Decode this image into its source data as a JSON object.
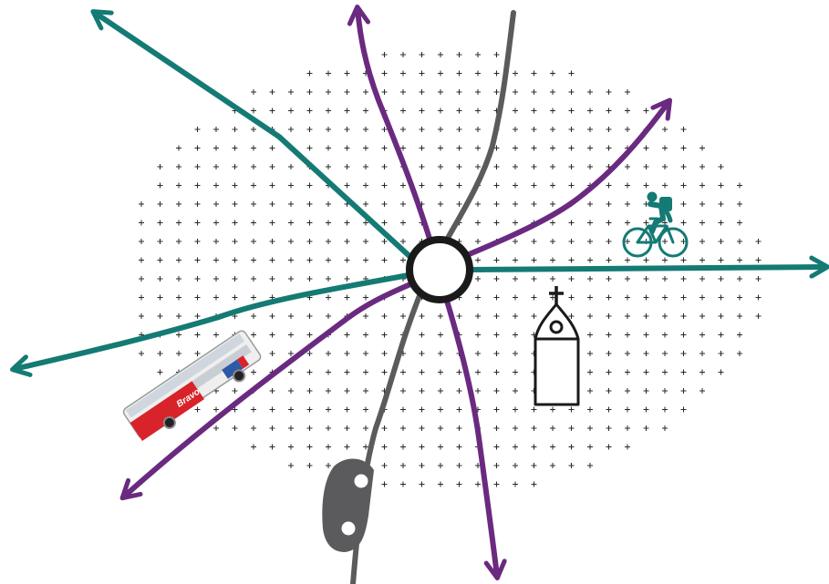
{
  "diagram": {
    "colors": {
      "teal": "#147a74",
      "purple": "#6a2a80",
      "gray": "#5b5b5e",
      "hub_stroke": "#1a1a1a",
      "dots": "#2a2a2a",
      "bus_red": "#d8232a",
      "church": "#1a1a1a"
    },
    "routes": {
      "teal": [
        "route-teal-northwest",
        "route-teal-east",
        "route-teal-west"
      ],
      "purple": [
        "route-purple-north",
        "route-purple-northeast",
        "route-purple-southwest",
        "route-purple-south"
      ],
      "gray": [
        "route-gray-road"
      ]
    },
    "icons": [
      "hub-circle",
      "bicycle-icon",
      "church-icon",
      "bus-icon",
      "car-icon"
    ],
    "bus": {
      "brand_text": "Bravo"
    }
  }
}
